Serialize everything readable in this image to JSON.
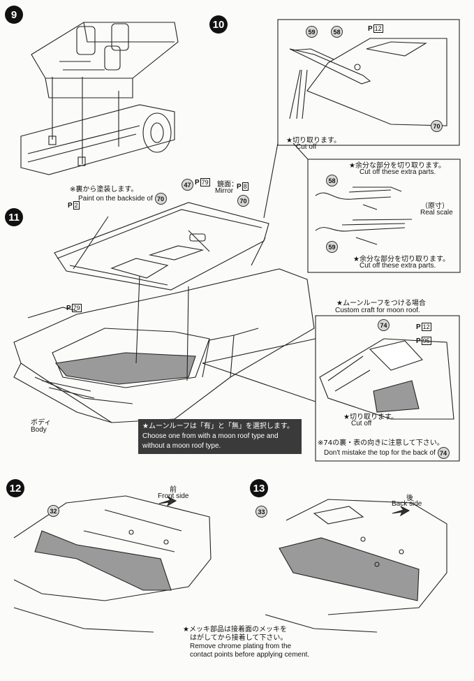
{
  "steps": {
    "s9": "9",
    "s10": "10",
    "s11": "11",
    "s12": "12",
    "s13": "13"
  },
  "parts": {
    "p59": "59",
    "p58": "58",
    "p70": "70",
    "p47": "47",
    "p74": "74",
    "p32": "32",
    "p33": "33"
  },
  "paint": {
    "h12": "12",
    "h79": "79",
    "h8": "8",
    "h2": "2",
    "h95": "95",
    "prefix": "P",
    "mirror_jp": "鏡面：",
    "mirror_en": "Mirror"
  },
  "step10": {
    "cut_off_jp": "★切り取ります。",
    "cut_off_en": "Cut off",
    "extra_jp": "★余分な部分を切り取ります。",
    "extra_en": "Cut off these extra parts.",
    "real_jp": "（原寸）",
    "real_en": "Real scale",
    "extra2_jp": "★余分な部分を切り取ります。",
    "extra2_en": "Cut off these extra parts."
  },
  "step11": {
    "paint_back_jp": "※裏から塗装します。",
    "paint_back_en": "Paint on the backside of",
    "body_jp": "ボディ",
    "body_en": "Body",
    "moonroof_title_jp": "★ムーンルーフをつける場合",
    "moonroof_title_en": "Custom craft for moon roof.",
    "cut_off_jp": "★切り取ります。",
    "cut_off_en": "Cut off",
    "note_jp": "※74の裏・表の向きに注意して下さい。",
    "note_en": "Don't mistake the top for the back of",
    "choose_jp": "★ムーンルーフは「有」と「無」を選択します。",
    "choose_en1": "Choose one from with a moon roof type and",
    "choose_en2": "without a moon roof type."
  },
  "step12": {
    "front_jp": "前",
    "front_en": "Front side"
  },
  "step13": {
    "back_jp": "後",
    "back_en": "Back side",
    "chrome_jp1": "★メッキ部品は接着面のメッキを",
    "chrome_jp2": "はがしてから接着して下さい。",
    "chrome_en1": "Remove chrome plating from the",
    "chrome_en2": "contact points before applying cement."
  }
}
